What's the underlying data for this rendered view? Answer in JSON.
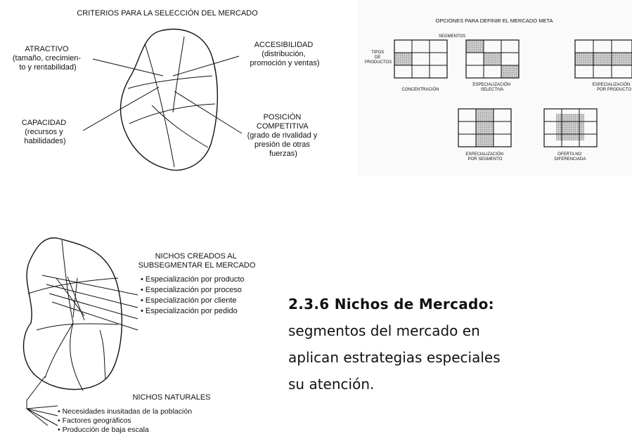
{
  "criterios": {
    "title": "CRITERIOS PARA LA SELECCIÓN DEL MERCADO",
    "atractivo": [
      "ATRACTIVO",
      "(tamaño, crecimien-",
      "to y rentabilidad)"
    ],
    "accesibilidad": [
      "ACCESIBILIDAD",
      "(distribución,",
      "promoción y ventas)"
    ],
    "capacidad": [
      "CAPACIDAD",
      "(recursos y",
      "habilidades)"
    ],
    "posicion": [
      "POSICIÓN",
      "COMPETITIVA",
      "(grado de rivalidad y",
      "presión de otras",
      "fuerzas)"
    ]
  },
  "opciones": {
    "title": "OPCIONES PARA DEFINIR EL MERCADO META",
    "segmentos_label": "SEGMENTOS",
    "tipos_label": [
      "TIPOS",
      "DE",
      "PRODUCTOS"
    ],
    "captions": {
      "concentracion": [
        "CONCENTRACIÓN"
      ],
      "selectiva": [
        "ESPECIALIZACIÓN",
        "SELECTIVA"
      ],
      "producto": [
        "ESPECIALIZACIÓN",
        "POR PRODUCTO"
      ],
      "segmento": [
        "ESPECIALIZACIÓN",
        "POR SEGMENTO"
      ],
      "no_diferenciada": [
        "OFERTA NO",
        "DIFERENCIADA"
      ]
    }
  },
  "nichos": {
    "creados_title": [
      "NICHOS CREADOS AL",
      "SUBSEGMENTAR EL MERCADO"
    ],
    "creados_items": [
      "• Especialización por producto",
      "• Especialización por proceso",
      "• Especialización por cliente",
      "• Especialización por pedido"
    ],
    "naturales_title": "NICHOS NATURALES",
    "naturales_items": [
      "• Necesidades inusitadas de la población",
      "• Factores geográficos",
      "• Producción de baja escala"
    ]
  },
  "text": {
    "heading": "2.3.6   Nichos   de   Mercado:",
    "lines": [
      "segmentos   del   mercado   en",
      "aplican estrategias especiales",
      "su atención."
    ]
  }
}
